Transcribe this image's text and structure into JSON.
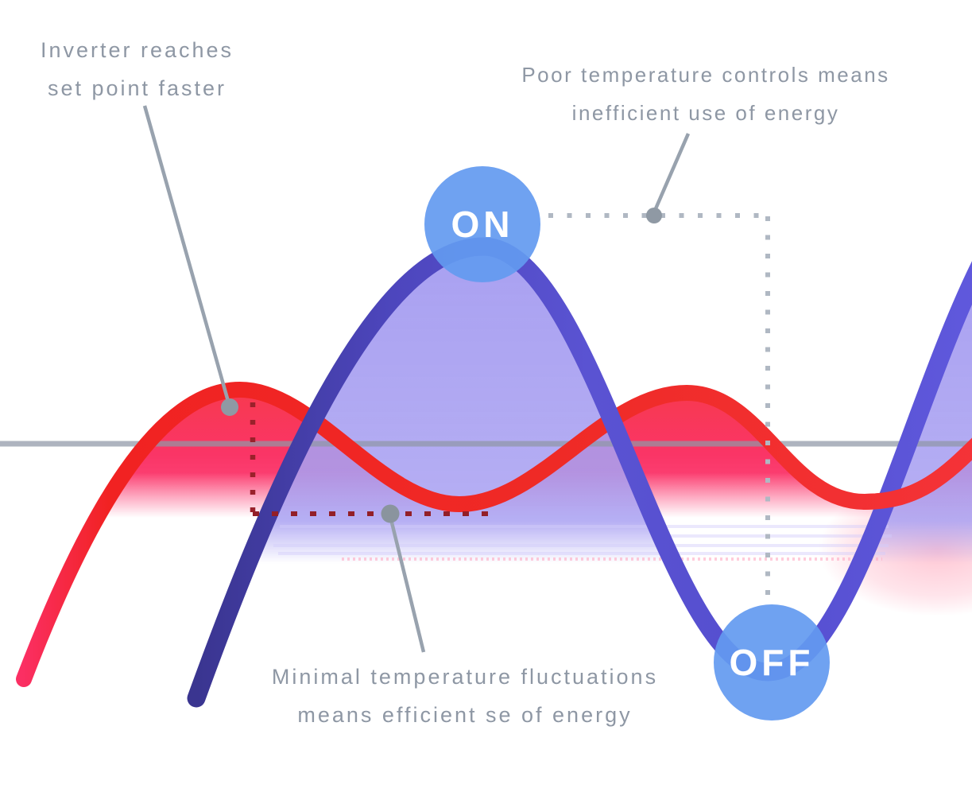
{
  "figure": {
    "annotations": {
      "inverter": {
        "line1": "Inverter reaches",
        "line2": "set point faster"
      },
      "poor_controls": {
        "line1": "Poor temperature controls means",
        "line2": "inefficient use of energy"
      },
      "minimal_fluctuations": {
        "line1": "Minimal temperature fluctuations",
        "line2": "means efficient se of energy"
      }
    },
    "badges": {
      "on_label": "ON",
      "off_label": "OFF"
    },
    "colors": {
      "annotation_text": "#8e97a4",
      "badge_fill": "#639af0",
      "badge_text": "#ffffff",
      "inverter_curve_red": "#f12424",
      "inverter_curve_pink_tip": "#fb2f63",
      "onoff_curve_indigo": "#5a53d2",
      "onoff_curve_dark_end": "#3a3590",
      "red_area_fill": "#fa2e5e",
      "purple_area_fill": "#a8a0ee",
      "set_point_line": "#99a1ad",
      "maroon_dotted": "#9a212b",
      "gray_dotted": "#b0b8c3",
      "connector_gray": "#98a2ae"
    }
  }
}
